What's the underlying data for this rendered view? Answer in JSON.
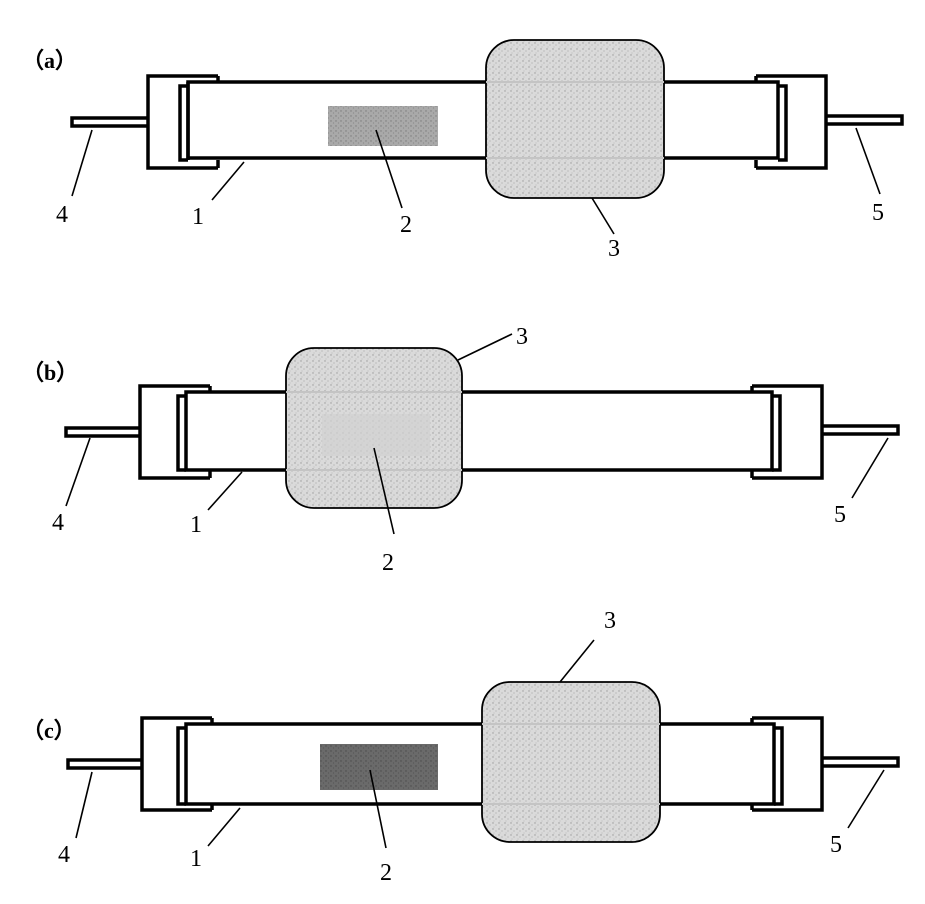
{
  "panels": [
    {
      "id": "a",
      "label": "（a）",
      "callouts": [
        "4",
        "1",
        "2",
        "3",
        "5"
      ]
    },
    {
      "id": "b",
      "label": "（b）",
      "callouts": [
        "4",
        "1",
        "2",
        "3",
        "5"
      ]
    },
    {
      "id": "c",
      "label": "（c）",
      "callouts": [
        "4",
        "1",
        "2",
        "3",
        "5"
      ]
    }
  ],
  "colors": {
    "line": "#000000",
    "furnace": "#d9d9d9",
    "sample_a": "#b3b3b3",
    "sample_c": "#6e6e6e"
  }
}
